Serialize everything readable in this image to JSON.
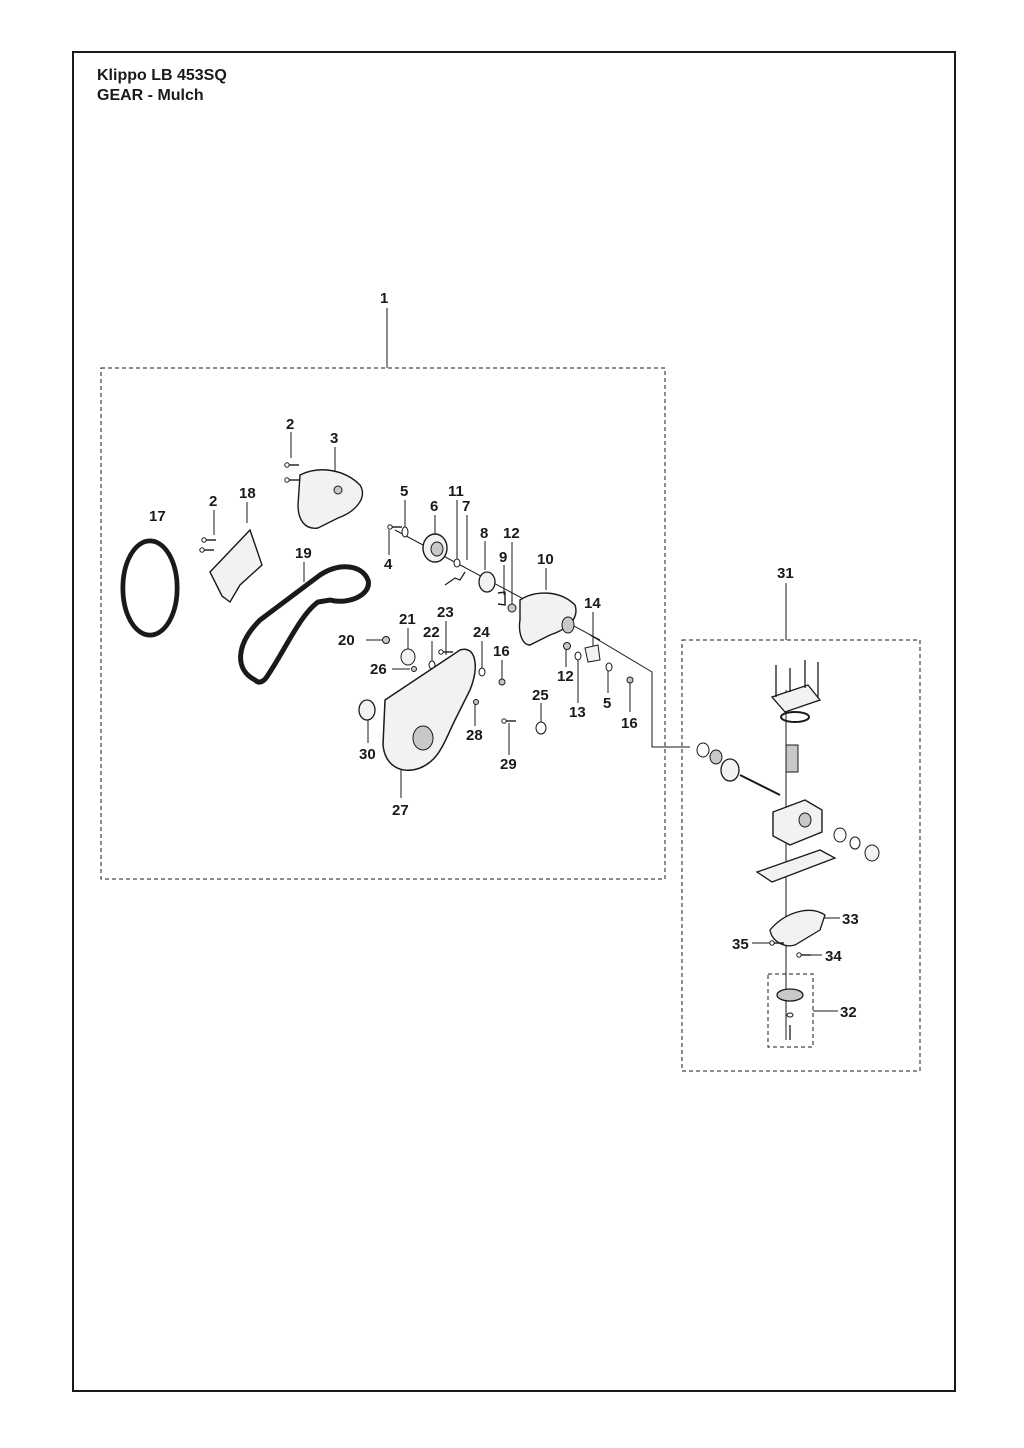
{
  "title": {
    "line1": "Klippo LB 453SQ",
    "line2": "GEAR - Mulch"
  },
  "callouts": [
    "1",
    "2",
    "3",
    "2",
    "18",
    "17",
    "5",
    "11",
    "6",
    "7",
    "8",
    "12",
    "9",
    "10",
    "4",
    "19",
    "21",
    "23",
    "22",
    "24",
    "16",
    "20",
    "26",
    "14",
    "12",
    "13",
    "5",
    "16",
    "25",
    "30",
    "28",
    "29",
    "27",
    "31",
    "33",
    "35",
    "34",
    "32"
  ],
  "colors": {
    "line": "#1a1a1a",
    "part_fill": "#f2f2f2",
    "part_shade": "#c8c8c8"
  }
}
